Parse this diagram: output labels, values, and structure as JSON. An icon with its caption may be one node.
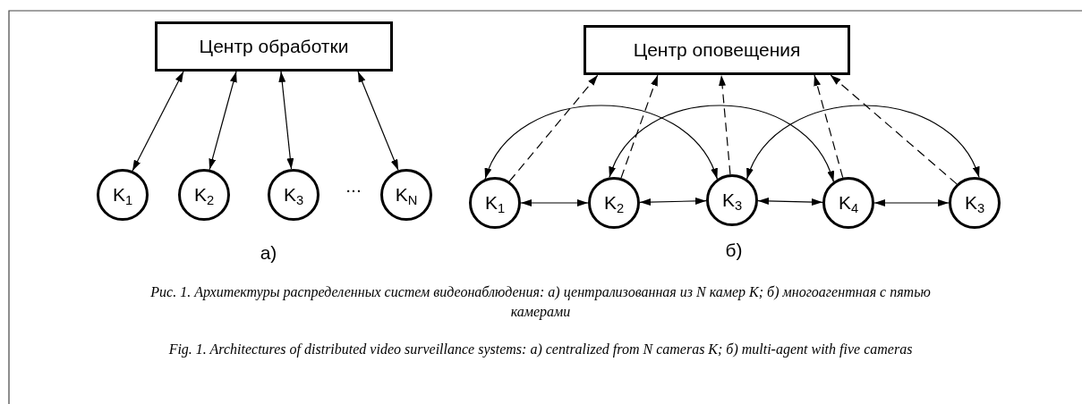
{
  "diagram": {
    "caption": "Рис. 1. Архитектуры распределенных систем видеонаблюдения: а) централизованная из N камер K; б) многоагентная с пятью камерами",
    "nodes": [
      {
        "text": [
          "Центр обработки"
        ]
      },
      {
        "text": [
          "K$_{1}$"
        ]
      },
      {
        "text": [
          "K$_{2}$"
        ]
      },
      {
        "text": [
          "K$_{3}$"
        ]
      },
      {
        "text": [
          "K$_{N}$"
        ]
      },
      {
        "text": [
          "Центр оповещения"
        ]
      },
      {
        "text": [
          "K$_{1}$"
        ]
      },
      {
        "text": [
          "K$_{2}$"
        ]
      },
      {
        "text": [
          "K$_{3}$"
        ]
      },
      {
        "text": [
          "K$_{4}$"
        ]
      },
      {
        "text": [
          "K$_{3}$"
        ]
      }
    ],
    "edges": [
      {
        "from": 0,
        "to": 1,
        "arrow": "both"
      },
      {
        "from": 0,
        "to": 2,
        "arrow": "both"
      },
      {
        "from": 0,
        "to": 3,
        "arrow": "both"
      },
      {
        "from": 0,
        "to": 4,
        "arrow": "both"
      },
      {
        "from": 6,
        "to": 5,
        "arrow": "to",
        "style": "dashed"
      },
      {
        "from": 7,
        "to": 5,
        "arrow": "to",
        "style": "dashed"
      },
      {
        "from": 8,
        "to": 5,
        "arrow": "to",
        "style": "dashed"
      },
      {
        "from": 9,
        "to": 5,
        "arrow": "to",
        "style": "dashed"
      },
      {
        "from": 10,
        "to": 5,
        "arrow": "to",
        "style": "dashed"
      },
      {
        "from": 6,
        "to": 8,
        "arrow": "both"
      },
      {
        "from": 7,
        "to": 9,
        "arrow": "both"
      },
      {
        "from": 8,
        "to": 10,
        "arrow": "both"
      },
      {
        "from": 6,
        "to": 7,
        "arrow": "both"
      },
      {
        "from": 7,
        "to": 8,
        "arrow": "both"
      },
      {
        "from": 8,
        "to": 9,
        "arrow": "both"
      },
      {
        "from": 9,
        "to": 10,
        "arrow": "both"
      }
    ],
    "labels": [
      "...",
      "а)",
      "б)",
      "Fig. 1. Architectures of distributed video surveillance systems: а) centralized from N cameras K; б) multi-agent with five cameras"
    ]
  }
}
